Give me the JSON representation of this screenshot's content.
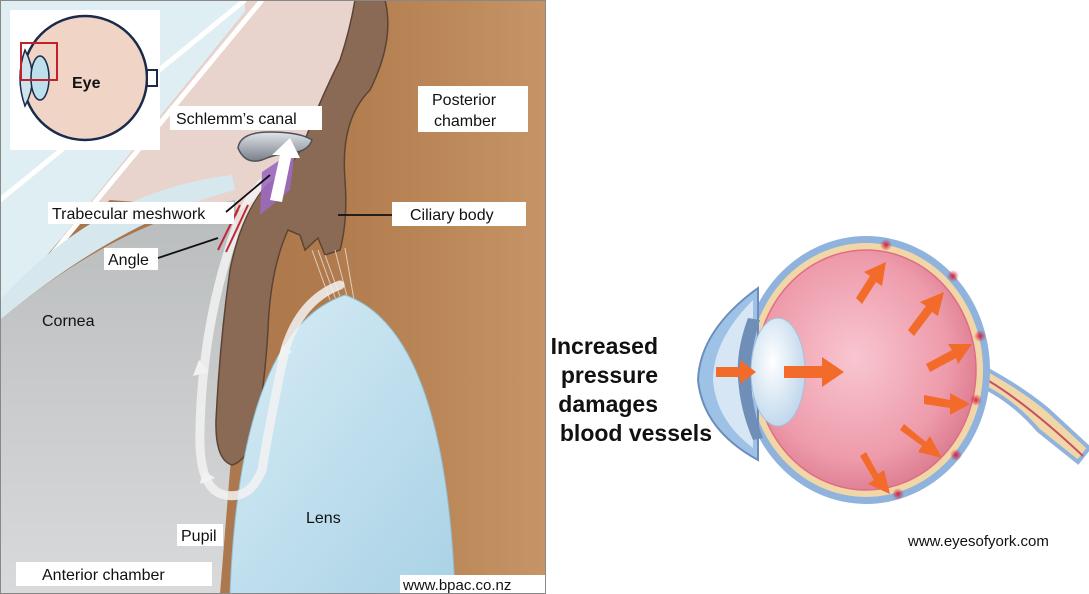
{
  "left_diagram": {
    "inset_label": "Eye",
    "labels": {
      "posterior_chamber_1": "Posterior",
      "posterior_chamber_2": "chamber",
      "schlemms_canal": "Schlemm’s canal",
      "trabecular_meshwork": "Trabecular meshwork",
      "ciliary_body": "Ciliary body",
      "angle": "Angle",
      "cornea": "Cornea",
      "lens": "Lens",
      "pupil": "Pupil",
      "anterior_chamber": "Anterior chamber"
    },
    "source": "www.bpac.co.nz"
  },
  "right_diagram": {
    "caption_lines": [
      "Increased",
      "pressure",
      "damages",
      "blood vessels"
    ],
    "source": "www.eyesofyork.com"
  },
  "colors": {
    "ciliary_brown": "#8a6a55",
    "background_brown": "#b07a4c",
    "cornea_blue": "#dfeef3",
    "lens_blue": "#bfe0ee",
    "sclera_pink": "#f4c9b8",
    "retina_pink": "#ee8fa0",
    "arrow_orange": "#f26b2a",
    "outer_blue": "#8fb3dc"
  }
}
